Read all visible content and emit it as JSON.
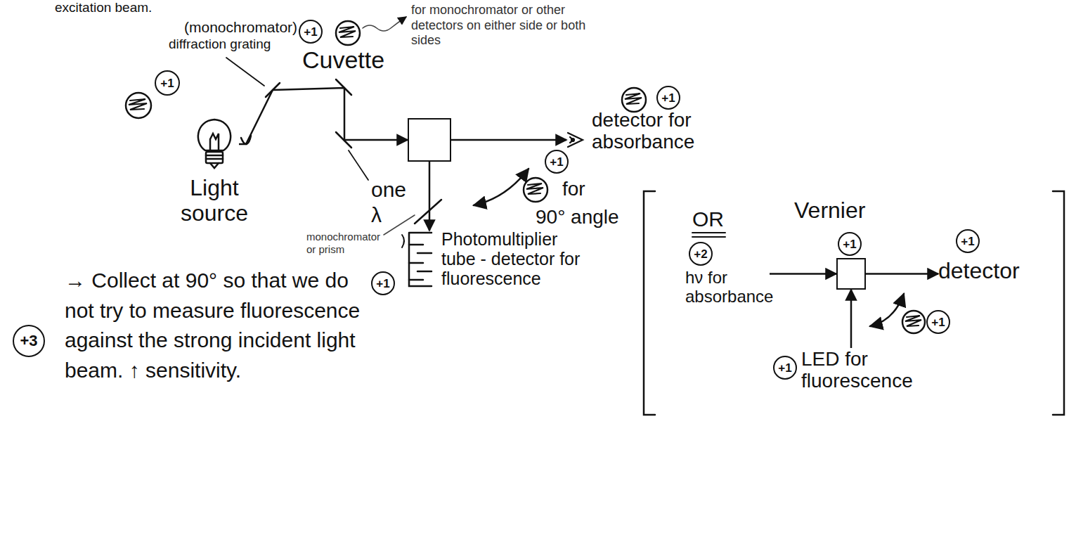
{
  "diagram": {
    "nodes": [
      {
        "text": [
          "Light source"
        ]
      },
      {
        "text": [
          "Cuvette"
        ]
      },
      {
        "text": [
          "detector for absorbance"
        ]
      },
      {
        "text": [
          "Photomultiplier tube - detector for fluorescence"
        ]
      },
      {
        "text": [
          "hν for absorbance"
        ]
      },
      {
        "text": [
          "Vernier"
        ]
      },
      {
        "text": [
          "detector"
        ]
      },
      {
        "text": [
          "LED for fluorescence"
        ]
      }
    ],
    "edges": [
      {
        "from": 0,
        "to": 1,
        "arrow": "to"
      },
      {
        "from": 1,
        "to": 2,
        "arrow": "to"
      },
      {
        "from": 1,
        "to": 3,
        "arrow": "to"
      },
      {
        "from": 4,
        "to": 5,
        "arrow": "to"
      },
      {
        "from": 5,
        "to": 6,
        "arrow": "to"
      },
      {
        "from": 7,
        "to": 5,
        "arrow": "to"
      }
    ],
    "labels": [
      "excitation beam.",
      "(monochromator)",
      "diffraction grating",
      "+1",
      "for monochromator or other detectors on either side or both sides",
      "+1",
      "+1",
      "one λ",
      "+1",
      "for",
      "90° angle",
      "monochromator or prism",
      "+1",
      "→ Collect at 90° so that we do not try to measure fluorescence against the strong incident light beam. ↑ sensitivity.",
      "+3",
      "OR",
      "+2",
      "+1",
      "+1",
      "+1",
      "+1"
    ]
  }
}
